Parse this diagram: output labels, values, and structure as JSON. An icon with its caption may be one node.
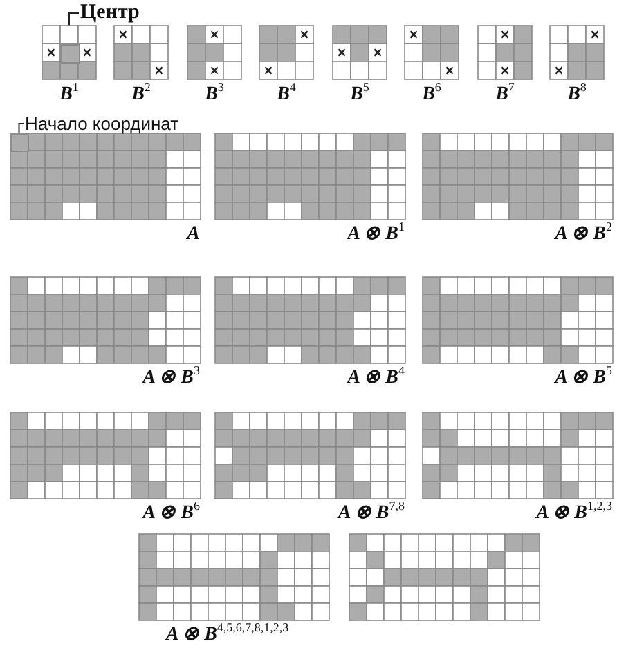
{
  "diagram": {
    "nodes": [
      {
        "text": [
          "Центр"
        ]
      },
      {
        "text": [],
        "shape": "box"
      },
      {
        "text": [
          "Начало координат"
        ]
      },
      {
        "text": [],
        "shape": "box"
      }
    ],
    "edges": [
      {
        "from": 0,
        "to": 1,
        "arrow": "none"
      },
      {
        "from": 2,
        "to": 3,
        "arrow": "none"
      }
    ],
    "labels": [
      "B$^{1}$",
      "B$^{2}$",
      "B$^{3}$",
      "B$^{4}$",
      "B$^{5}$",
      "B$^{6}$",
      "B$^{7}$",
      "B$^{8}$",
      "A",
      "A ⊗ B$^{1}$",
      "A ⊗ B$^{2}$",
      "A ⊗ B$^{3}$",
      "A ⊗ B$^{4}$",
      "A ⊗ B$^{5}$",
      "A ⊗ B$^{6}$",
      "A ⊗ B$^{7,8}$",
      "A ⊗ B$^{1,2,3}$",
      "A ⊗ B$^{4,5,6,7,8,1,2,3}$"
    ]
  }
}
